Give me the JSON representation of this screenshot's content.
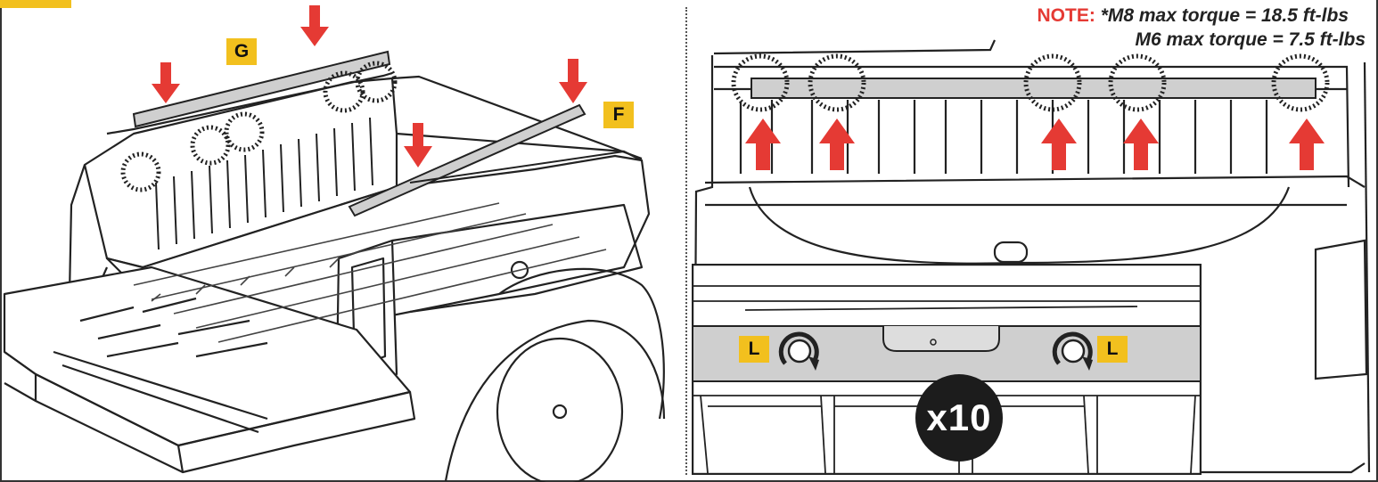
{
  "note": {
    "key": "NOTE:",
    "line1": "*M8 max torque = 18.5 ft-lbs",
    "line2": "M6 max torque = 7.5 ft-lbs"
  },
  "labels": {
    "rail_g": "G",
    "rail_f": "F",
    "bolt_l": "L"
  },
  "badge": "x10",
  "colors": {
    "accent_yellow": "#f2c01e",
    "arrow_red": "#e53a34",
    "rail_gray": "#cfcfcf",
    "badge_black": "#1c1c1c"
  },
  "icons": [
    "down-arrow-icon",
    "up-arrow-icon",
    "rotate-clockwise-icon"
  ]
}
